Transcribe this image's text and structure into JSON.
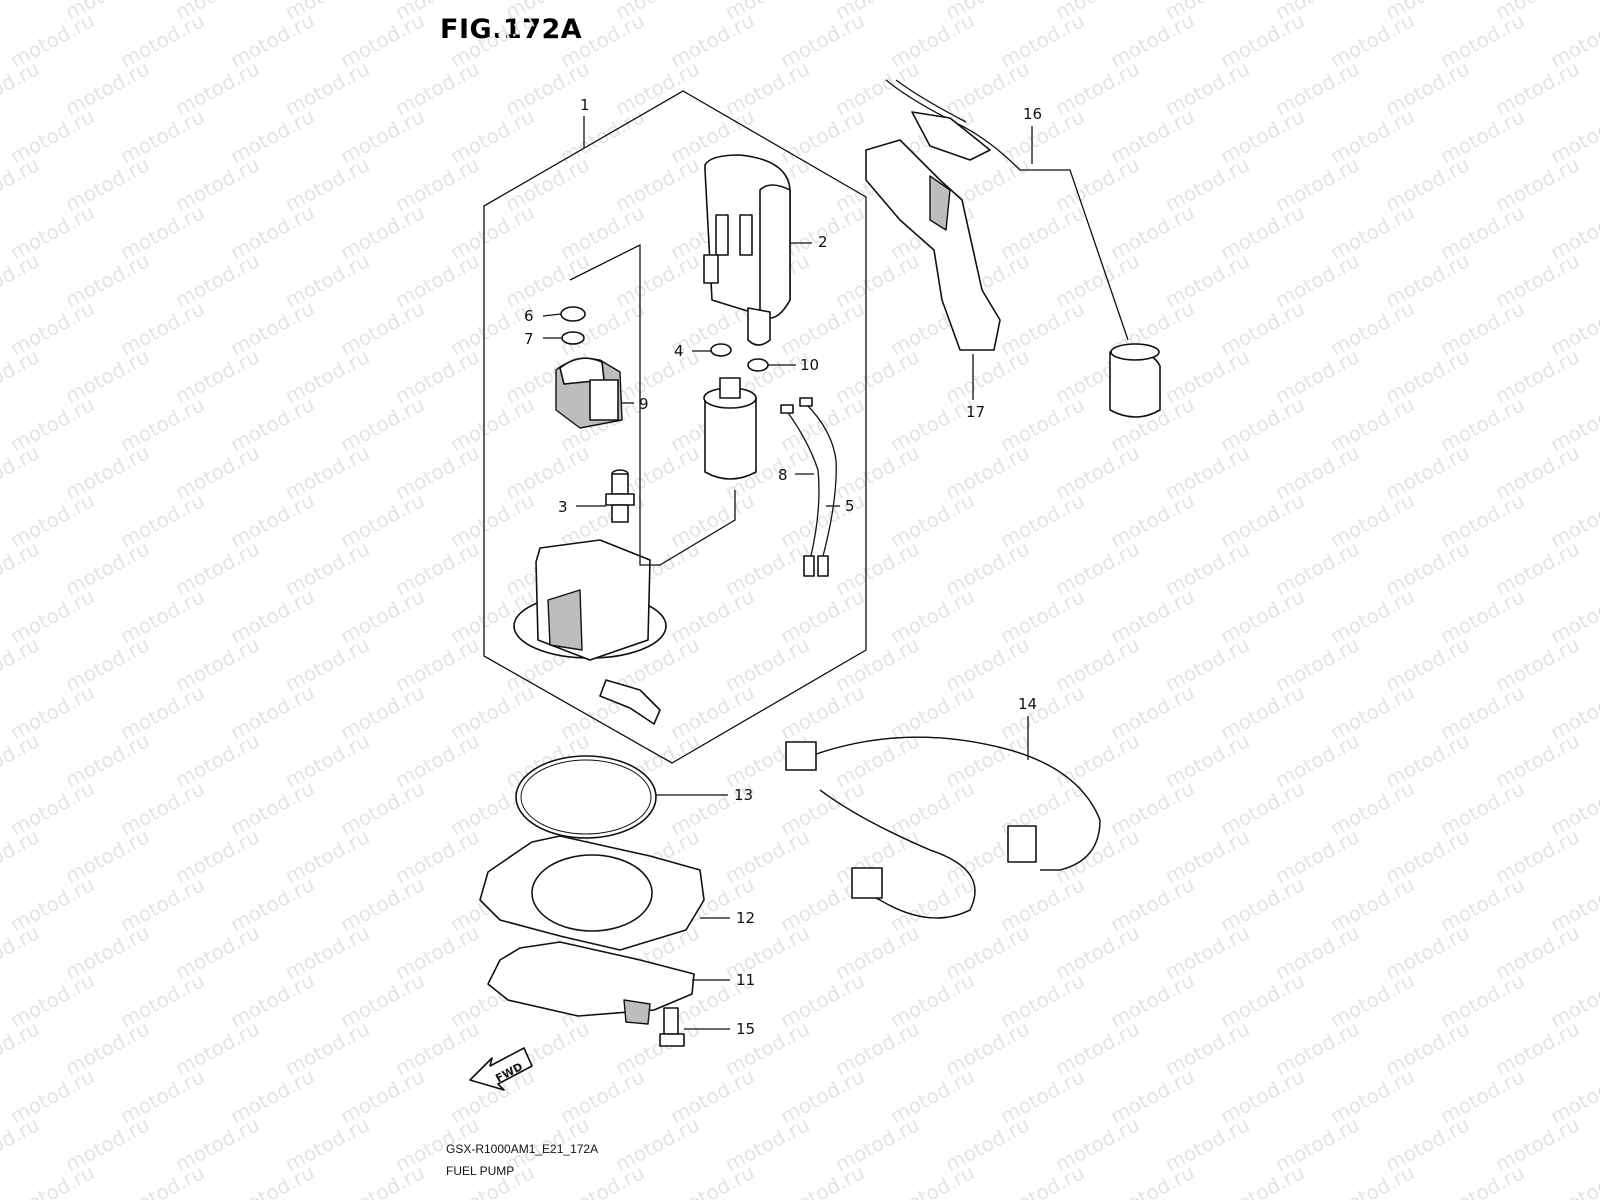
{
  "figure": {
    "title": "FIG.172A",
    "model_code": "GSX-R1000AM1_E21_172A",
    "name": "FUEL PUMP"
  },
  "watermark": "motod.ru",
  "fwd_label": "FWD",
  "callouts": [
    {
      "id": "1",
      "label": "1"
    },
    {
      "id": "2",
      "label": "2"
    },
    {
      "id": "3",
      "label": "3"
    },
    {
      "id": "4",
      "label": "4"
    },
    {
      "id": "5",
      "label": "5"
    },
    {
      "id": "6",
      "label": "6"
    },
    {
      "id": "7",
      "label": "7"
    },
    {
      "id": "8",
      "label": "8"
    },
    {
      "id": "9",
      "label": "9"
    },
    {
      "id": "10",
      "label": "10"
    },
    {
      "id": "11",
      "label": "11"
    },
    {
      "id": "12",
      "label": "12"
    },
    {
      "id": "13",
      "label": "13"
    },
    {
      "id": "14",
      "label": "14"
    },
    {
      "id": "15",
      "label": "15"
    },
    {
      "id": "16",
      "label": "16"
    },
    {
      "id": "17",
      "label": "17"
    }
  ]
}
